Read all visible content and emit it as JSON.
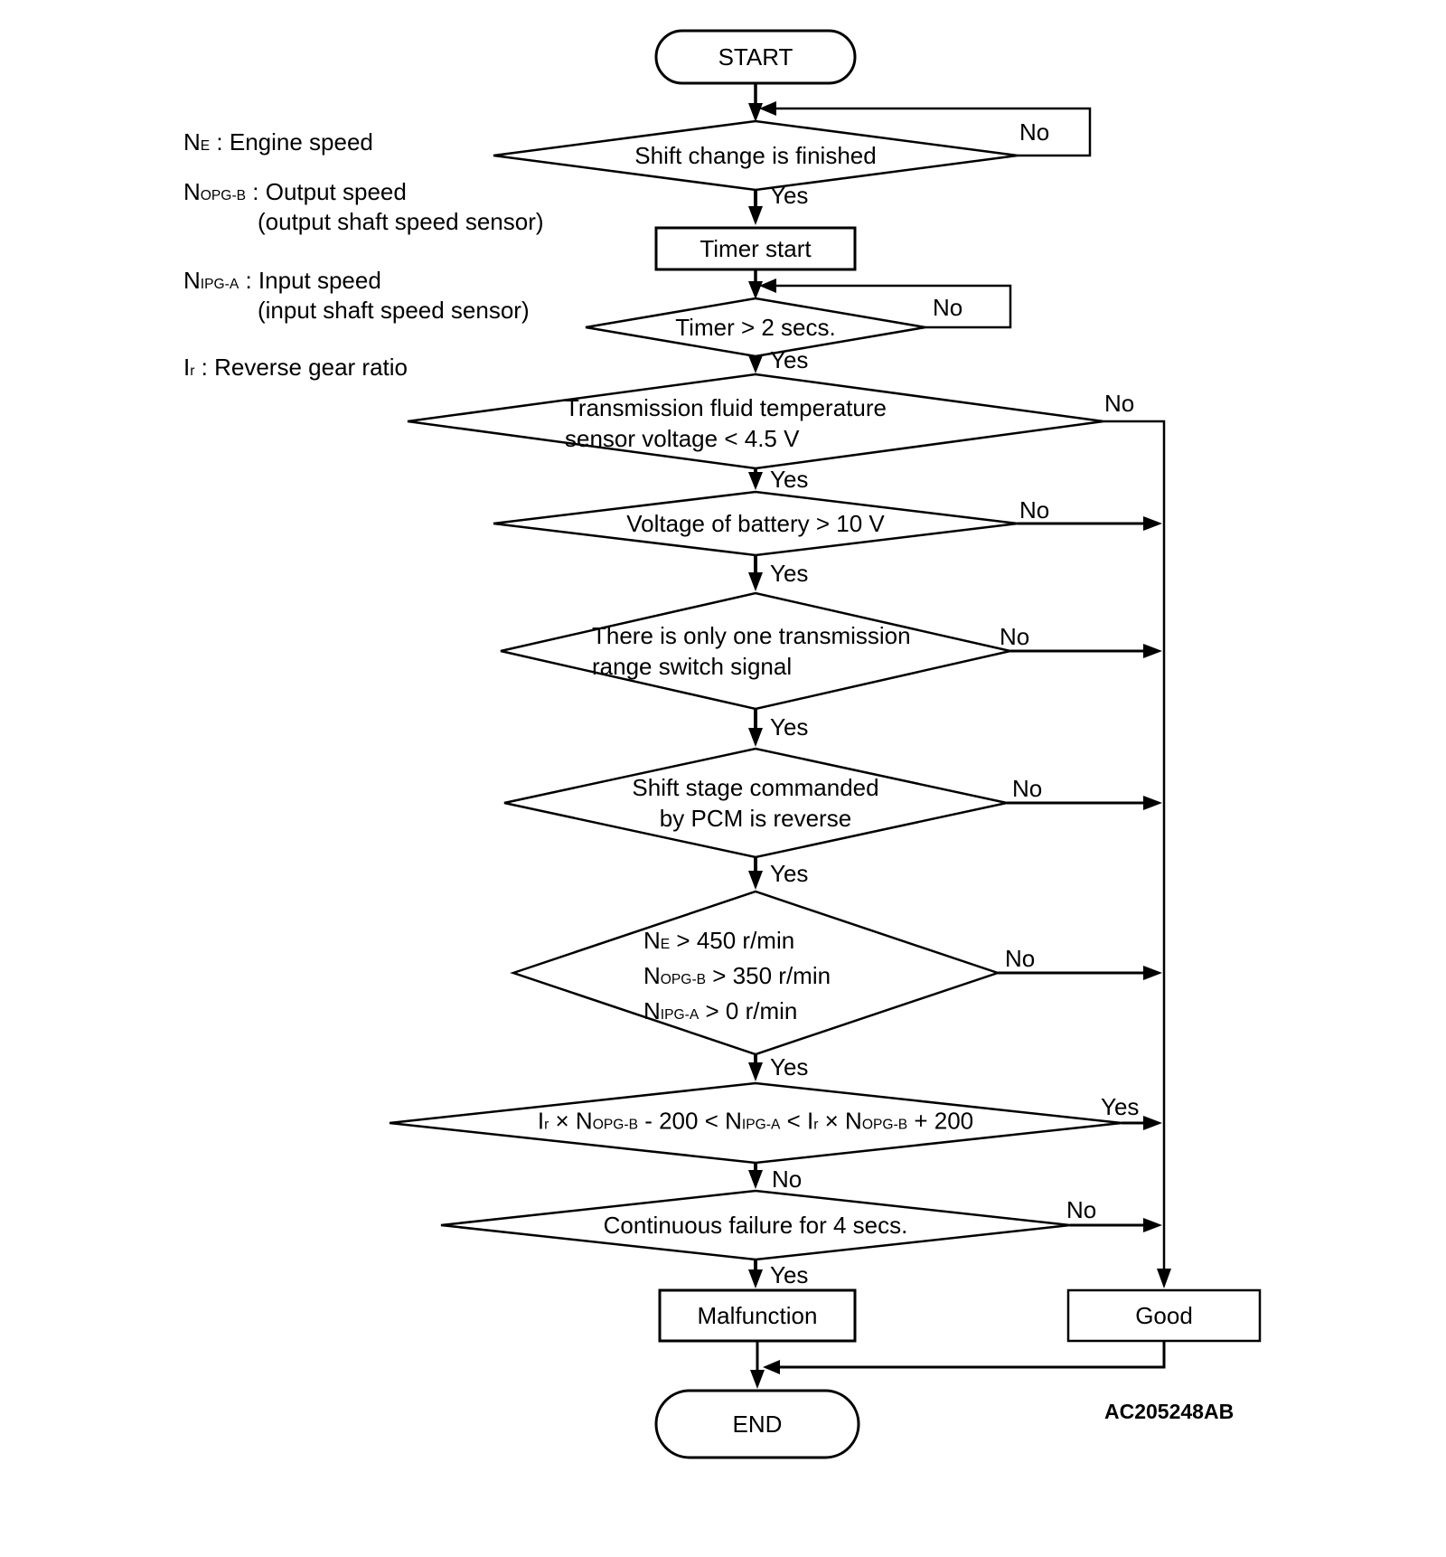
{
  "figure_id": "AC205248AB",
  "labels": {
    "yes": "Yes",
    "no": "No"
  },
  "legend": {
    "items": [
      {
        "main": [
          {
            "t": "N"
          },
          {
            "t": "E",
            "sub": true
          },
          {
            "t": " : Engine speed"
          }
        ],
        "note": ""
      },
      {
        "main": [
          {
            "t": "N"
          },
          {
            "t": "OPG-B",
            "sub": true
          },
          {
            "t": " : Output speed"
          }
        ],
        "note": "(output shaft speed sensor)"
      },
      {
        "main": [
          {
            "t": "N"
          },
          {
            "t": "IPG-A",
            "sub": true
          },
          {
            "t": " : Input speed"
          }
        ],
        "note": "(input shaft speed sensor)"
      },
      {
        "main": [
          {
            "t": "I"
          },
          {
            "t": "r",
            "sub": true
          },
          {
            "t": " : Reverse gear ratio"
          }
        ],
        "note": ""
      }
    ]
  },
  "nodes": {
    "start": "START",
    "shift_change": "Shift change is finished",
    "timer_start": "Timer start",
    "timer_check": "Timer > 2 secs.",
    "fluid_temp": [
      "Transmission fluid temperature",
      "sensor voltage < 4.5 V"
    ],
    "battery": "Voltage of battery > 10 V",
    "range_switch": [
      "There is only one transmission",
      "range switch signal"
    ],
    "shift_stage": [
      "Shift stage commanded",
      "by PCM is reverse"
    ],
    "speeds": [
      [
        {
          "t": "N"
        },
        {
          "t": "E",
          "sub": true
        },
        {
          "t": " > 450 r/min"
        }
      ],
      [
        {
          "t": "N"
        },
        {
          "t": "OPG-B",
          "sub": true
        },
        {
          "t": " > 350 r/min"
        }
      ],
      [
        {
          "t": "N"
        },
        {
          "t": "IPG-A",
          "sub": true
        },
        {
          "t": " > 0 r/min"
        }
      ]
    ],
    "ratio": [
      {
        "t": "I"
      },
      {
        "t": "r",
        "sub": true
      },
      {
        "t": " × N"
      },
      {
        "t": "OPG-B",
        "sub": true
      },
      {
        "t": " - 200 < N"
      },
      {
        "t": "IPG-A",
        "sub": true
      },
      {
        "t": " < I"
      },
      {
        "t": "r",
        "sub": true
      },
      {
        "t": " × N"
      },
      {
        "t": "OPG-B",
        "sub": true
      },
      {
        "t": " + 200"
      }
    ],
    "cont_failure": "Continuous failure for 4 secs.",
    "malfunction": "Malfunction",
    "good": "Good",
    "end": "END"
  }
}
